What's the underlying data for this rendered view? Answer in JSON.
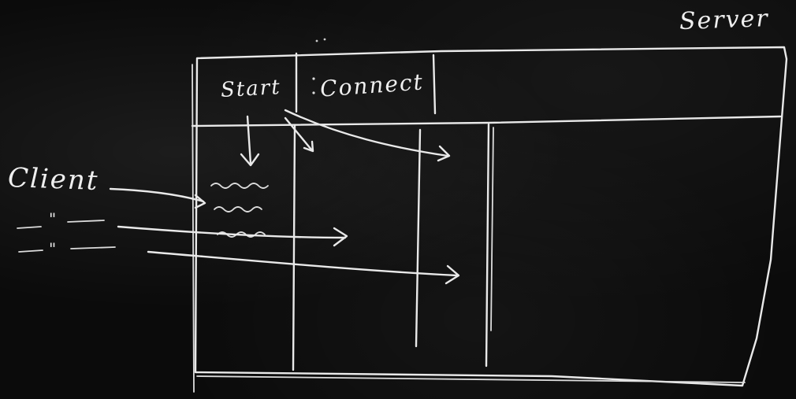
{
  "labels": {
    "server": "Server",
    "start_tab": "Start",
    "connect_tab": "Connect",
    "client": "Client",
    "ditto_1": "\"",
    "ditto_2": "\""
  }
}
